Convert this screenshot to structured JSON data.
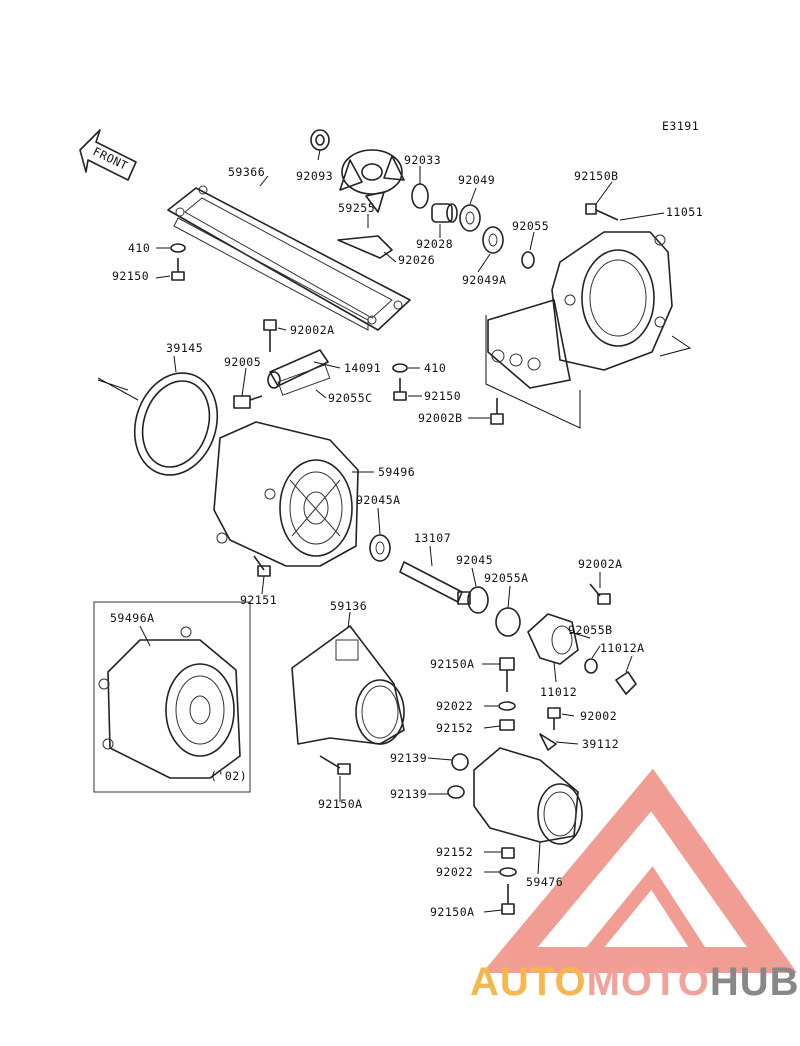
{
  "diagram": {
    "code": "E3191",
    "front_label": "FRONT",
    "edition_note": "('02)",
    "callouts": [
      {
        "id": "c59366",
        "label": "59366"
      },
      {
        "id": "c92093",
        "label": "92093"
      },
      {
        "id": "c92033",
        "label": "92033"
      },
      {
        "id": "c92049",
        "label": "92049"
      },
      {
        "id": "c92150B",
        "label": "92150B"
      },
      {
        "id": "c11051",
        "label": "11051"
      },
      {
        "id": "c59255",
        "label": "59255"
      },
      {
        "id": "c92055",
        "label": "92055"
      },
      {
        "id": "c92028",
        "label": "92028"
      },
      {
        "id": "c410a",
        "label": "410"
      },
      {
        "id": "c92026",
        "label": "92026"
      },
      {
        "id": "c92150a",
        "label": "92150"
      },
      {
        "id": "c92049A",
        "label": "92049A"
      },
      {
        "id": "c92002A",
        "label": "92002A"
      },
      {
        "id": "c39145",
        "label": "39145"
      },
      {
        "id": "c92005",
        "label": "92005"
      },
      {
        "id": "c14091",
        "label": "14091"
      },
      {
        "id": "c410b",
        "label": "410"
      },
      {
        "id": "c92055C",
        "label": "92055C"
      },
      {
        "id": "c92150b",
        "label": "92150"
      },
      {
        "id": "c92002B",
        "label": "92002B"
      },
      {
        "id": "c59496",
        "label": "59496"
      },
      {
        "id": "c92045A",
        "label": "92045A"
      },
      {
        "id": "c13107",
        "label": "13107"
      },
      {
        "id": "c92045",
        "label": "92045"
      },
      {
        "id": "c92002Ab",
        "label": "92002A"
      },
      {
        "id": "c92055A",
        "label": "92055A"
      },
      {
        "id": "c92151",
        "label": "92151"
      },
      {
        "id": "c59496A",
        "label": "59496A"
      },
      {
        "id": "c59136",
        "label": "59136"
      },
      {
        "id": "c92055B",
        "label": "92055B"
      },
      {
        "id": "c11012A",
        "label": "11012A"
      },
      {
        "id": "c92150Aa",
        "label": "92150A"
      },
      {
        "id": "c11012",
        "label": "11012"
      },
      {
        "id": "c92022a",
        "label": "92022"
      },
      {
        "id": "c92002",
        "label": "92002"
      },
      {
        "id": "c92152a",
        "label": "92152"
      },
      {
        "id": "c39112",
        "label": "39112"
      },
      {
        "id": "c92139a",
        "label": "92139"
      },
      {
        "id": "c92139b",
        "label": "92139"
      },
      {
        "id": "c92150Ab",
        "label": "92150A"
      },
      {
        "id": "c92152b",
        "label": "92152"
      },
      {
        "id": "c59476",
        "label": "59476"
      },
      {
        "id": "c92022b",
        "label": "92022"
      },
      {
        "id": "c92150Ac",
        "label": "92150A"
      }
    ]
  },
  "watermark": {
    "brand_part1": "AUTO",
    "brand_part2": "MOTO",
    "brand_part3": "HUB",
    "colors": {
      "part1": "#f6b84d",
      "part2": "#f1a39a",
      "part3": "#888888",
      "triangle": "#ef8d82"
    }
  }
}
